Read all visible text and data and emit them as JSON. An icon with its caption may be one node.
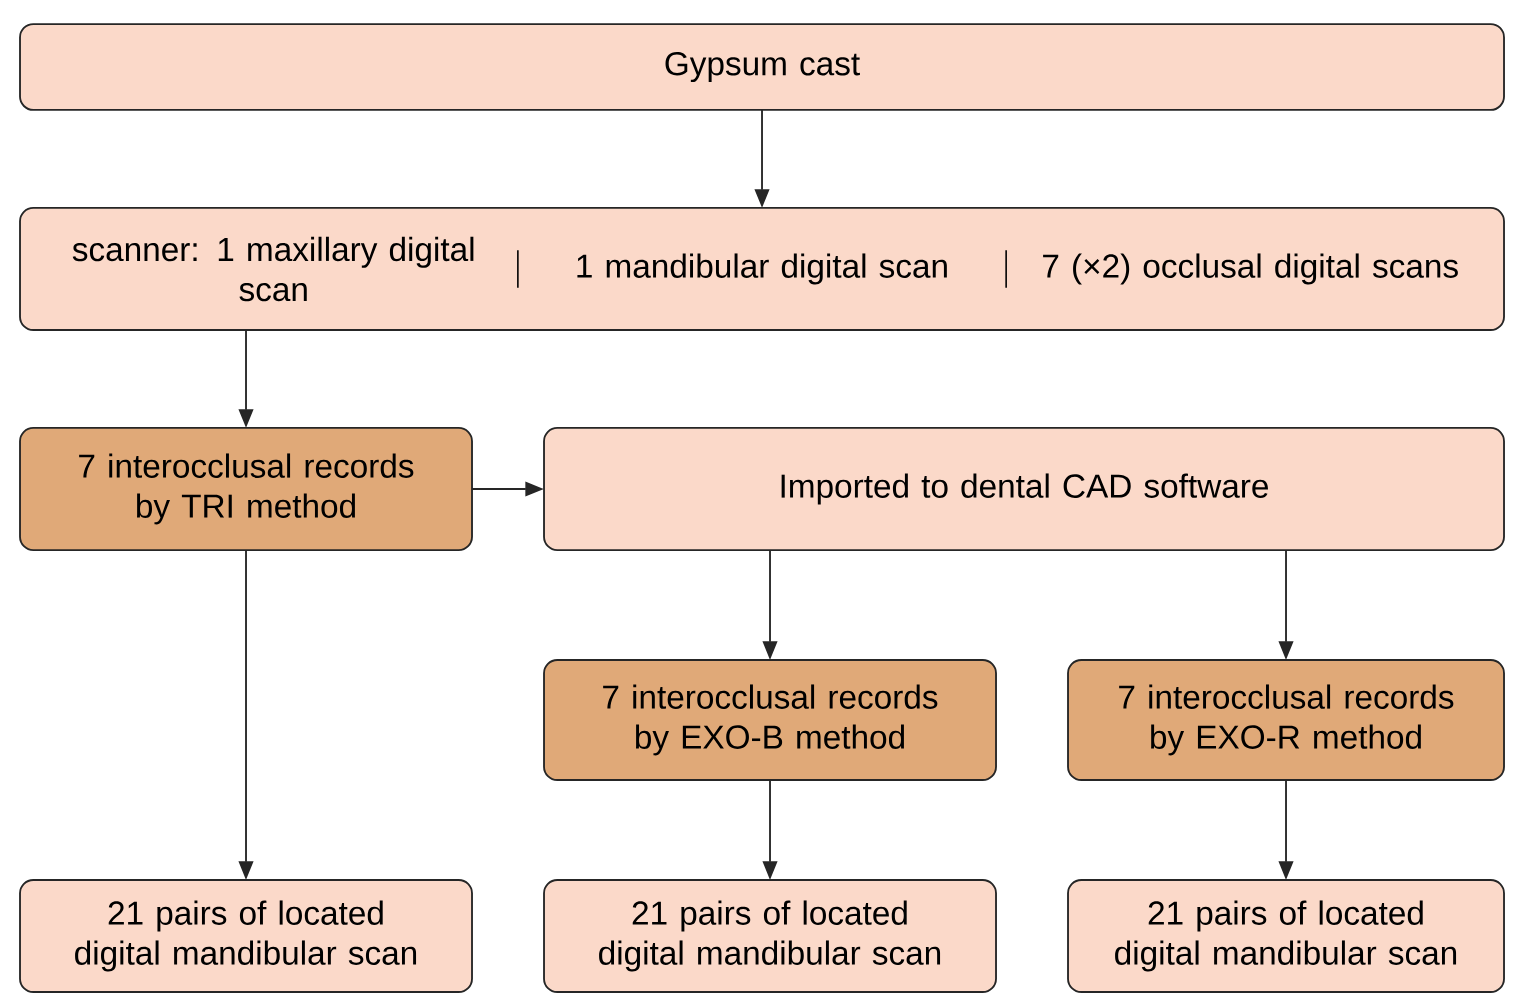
{
  "diagram": {
    "nodes": [
      {
        "text": [
          "Gypsum cast"
        ]
      },
      {
        "text": [
          "scanner: 1 maxillary digital scan",
          "1 mandibular digital scan",
          "7 (×2) occlusal digital scans"
        ]
      },
      {
        "text": [
          "7 interocclusal records by TRI method"
        ]
      },
      {
        "text": [
          "Imported to dental CAD software"
        ]
      },
      {
        "text": [
          "7 interocclusal records by EXO-B method"
        ]
      },
      {
        "text": [
          "7 interocclusal records by EXO-R method"
        ]
      },
      {
        "text": [
          "21 pairs of located digital mandibular scan"
        ]
      },
      {
        "text": [
          "21 pairs of located digital mandibular scan"
        ]
      },
      {
        "text": [
          "21 pairs of located digital mandibular scan"
        ]
      }
    ],
    "edges": [
      {
        "from": 0,
        "to": 1,
        "arrow": "to"
      },
      {
        "from": 1,
        "to": 2,
        "arrow": "to"
      },
      {
        "from": 2,
        "to": 3,
        "arrow": "to"
      },
      {
        "from": 3,
        "to": 4,
        "arrow": "to"
      },
      {
        "from": 3,
        "to": 5,
        "arrow": "to"
      },
      {
        "from": 2,
        "to": 6,
        "arrow": "to"
      },
      {
        "from": 4,
        "to": 7,
        "arrow": "to"
      },
      {
        "from": 5,
        "to": 8,
        "arrow": "to"
      }
    ]
  }
}
